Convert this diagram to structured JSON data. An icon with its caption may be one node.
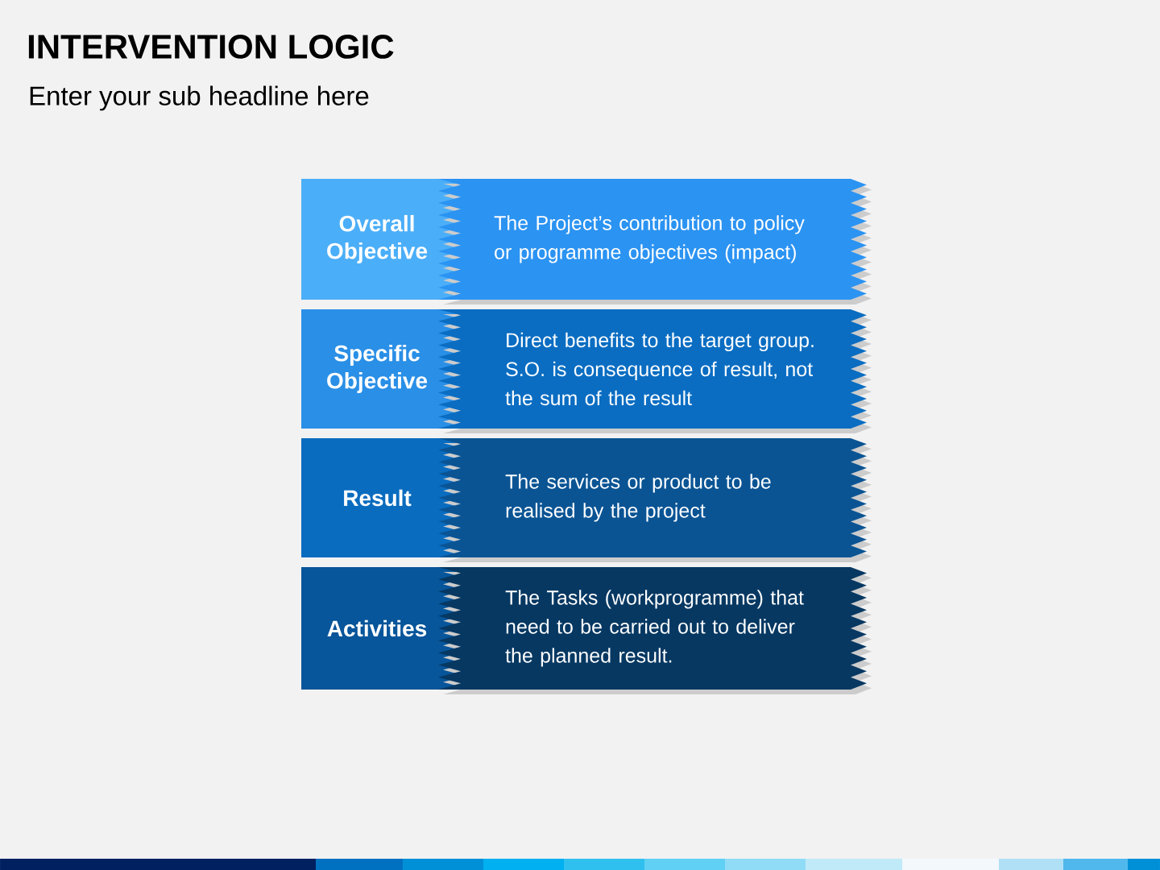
{
  "diagram": {
    "title": "INTERVENTION LOGIC",
    "caption": "Enter your sub headline here",
    "nodes": [
      {
        "text": [
          "Overall Objective"
        ]
      },
      {
        "text": [
          "The Project’s contribution to policy or programme objectives (impact)"
        ]
      },
      {
        "text": [
          "Specific Objective"
        ]
      },
      {
        "text": [
          "Direct benefits to the target group. S.O. is consequence of result, not the sum of the result"
        ]
      },
      {
        "text": [
          "Result"
        ]
      },
      {
        "text": [
          "The services or product to be realised by the project"
        ]
      },
      {
        "text": [
          "Activities"
        ]
      },
      {
        "text": [
          "The Tasks (workprogramme) that need to be carried out to deliver the planned result."
        ]
      }
    ]
  }
}
